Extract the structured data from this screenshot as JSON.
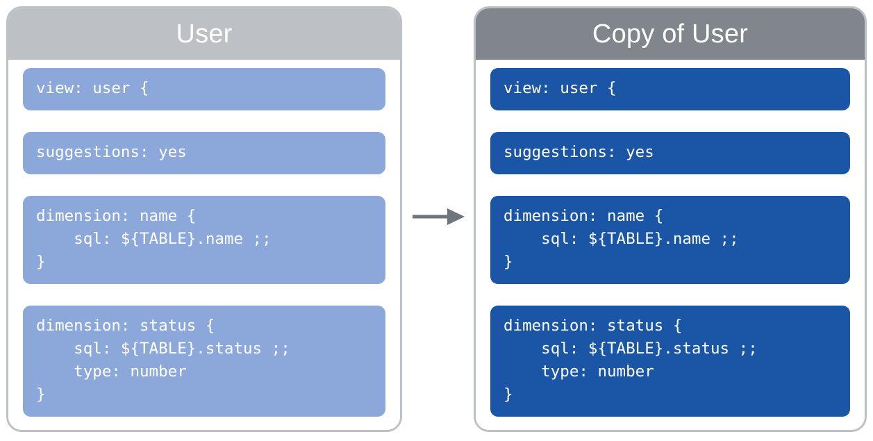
{
  "diagram": {
    "type": "flow",
    "description": "Two LookML view panels connected by a right-pointing arrow showing a view being copied",
    "colors": {
      "source_header_bg": "#BDC1C6",
      "copy_header_bg": "#80868B",
      "source_block_bg": "#8CA8DB",
      "copy_block_bg": "#1B55A5",
      "card_border": "#BDC1C6",
      "arrow": "#6E757C",
      "block_text": "#FFFFFF",
      "title_text": "#FFFFFF"
    },
    "panels": [
      {
        "id": "source",
        "title": "User",
        "blocks": [
          {
            "id": "view",
            "code": "view: user {"
          },
          {
            "id": "suggestions",
            "code": "suggestions: yes"
          },
          {
            "id": "dimension-name",
            "code": "dimension: name {\n    sql: ${TABLE}.name ;;\n}"
          },
          {
            "id": "dimension-status",
            "code": "dimension: status {\n    sql: ${TABLE}.status ;;\n    type: number\n}"
          }
        ]
      },
      {
        "id": "copy",
        "title": "Copy of User",
        "blocks": [
          {
            "id": "view",
            "code": "view: user {"
          },
          {
            "id": "suggestions",
            "code": "suggestions: yes"
          },
          {
            "id": "dimension-name",
            "code": "dimension: name {\n    sql: ${TABLE}.name ;;\n}"
          },
          {
            "id": "dimension-status",
            "code": "dimension: status {\n    sql: ${TABLE}.status ;;\n    type: number\n}"
          }
        ]
      }
    ],
    "connector": {
      "id": "copy-arrow",
      "icon": "arrow-right-icon",
      "direction": "right"
    }
  }
}
